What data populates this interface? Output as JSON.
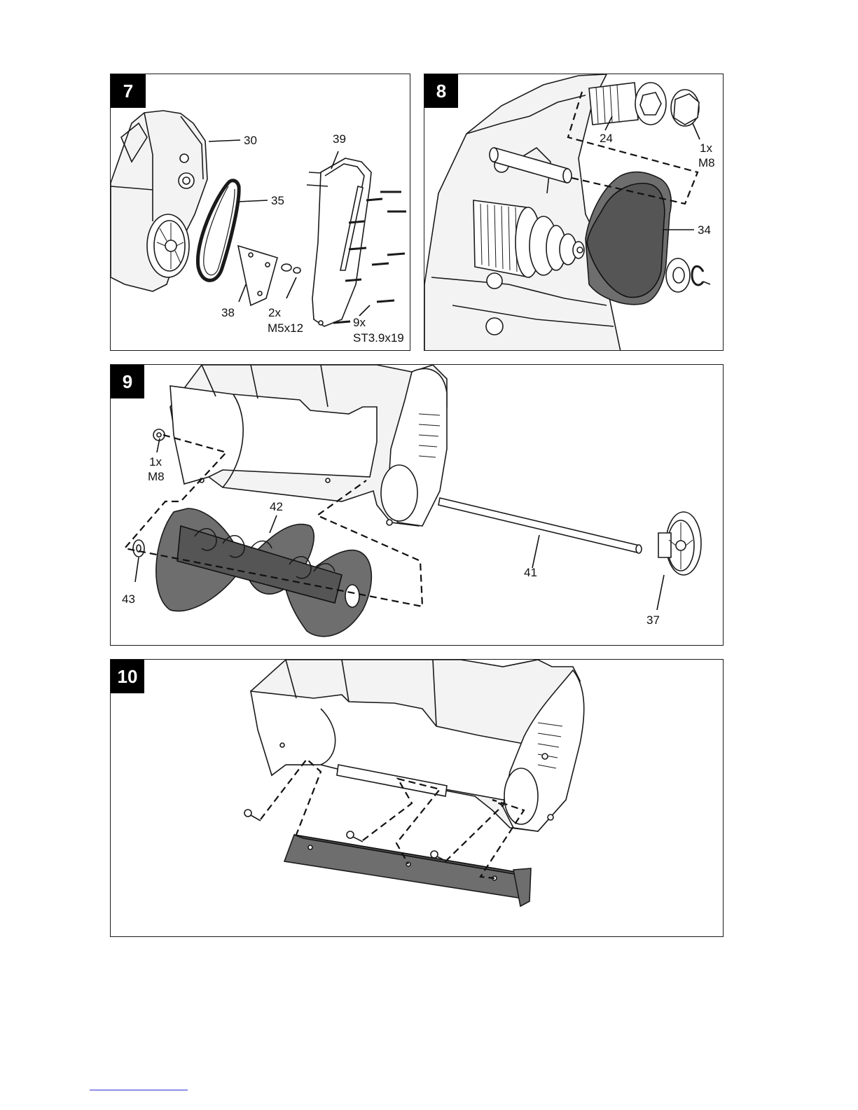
{
  "steps": [
    {
      "number": "7",
      "callouts": {
        "c30": "30",
        "c35": "35",
        "c39": "39",
        "c38": "38",
        "c2x": "2x",
        "cM5": "M5x12",
        "c9x": "9x",
        "cST": "ST3.9x19"
      }
    },
    {
      "number": "8",
      "callouts": {
        "c24": "24",
        "c1x": "1x",
        "cM8": "M8",
        "c34": "34"
      }
    },
    {
      "number": "9",
      "callouts": {
        "c1x": "1x",
        "cM8": "M8",
        "c42": "42",
        "c43": "43",
        "c41": "41",
        "c37": "37"
      }
    },
    {
      "number": "10",
      "callouts": {}
    }
  ],
  "colors": {
    "part_highlight": "#6e6e6e",
    "line": "#1a1a1a",
    "badge": "#000000",
    "footer_link": "#2b2bd8"
  }
}
